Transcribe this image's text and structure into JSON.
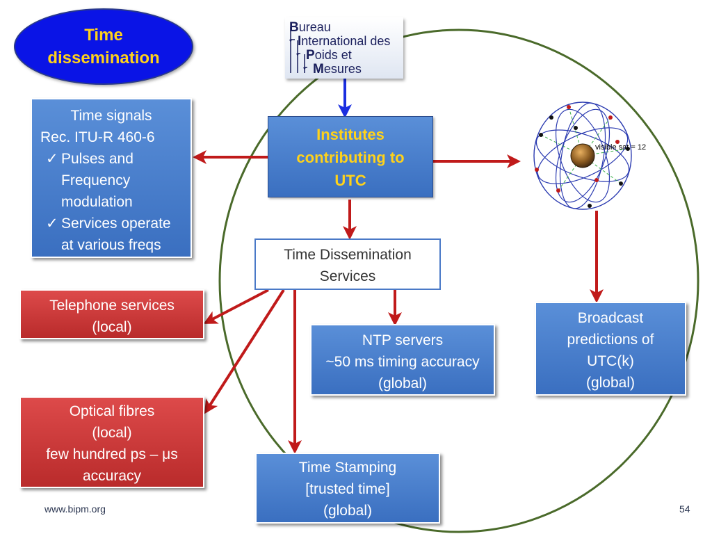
{
  "title": {
    "line1": "Time",
    "line2": "dissemination"
  },
  "logo": {
    "lines": [
      {
        "cap": "B",
        "rest": "ureau"
      },
      {
        "cap": "I",
        "rest": "nternational des"
      },
      {
        "cap": "P",
        "rest": "oids et"
      },
      {
        "cap": "M",
        "rest": "esures"
      }
    ]
  },
  "time_signals": {
    "line1": "Time signals",
    "line2": "Rec. ITU-R 460-6",
    "bullets": [
      {
        "l1": "Pulses and",
        "l2": "Frequency",
        "l3": "modulation"
      },
      {
        "l1": "Services operate",
        "l2": "at various freqs"
      }
    ]
  },
  "institutes": {
    "line1": "Institutes",
    "line2": "contributing to",
    "line3": "UTC"
  },
  "gps_label": "visible sat = 12",
  "dissemination_services": {
    "line1": "Time Dissemination",
    "line2": "Services"
  },
  "telephone": {
    "line1": "Telephone services",
    "line2": "(local)"
  },
  "optical": {
    "line1": "Optical fibres",
    "line2": "(local)",
    "line3": "few hundred ps – μs",
    "line4": "accuracy"
  },
  "ntp": {
    "line1": "NTP servers",
    "line2": "~50 ms timing accuracy",
    "line3": "(global)"
  },
  "broadcast": {
    "line1": "Broadcast",
    "line2": "predictions of",
    "line3": "UTC(k)",
    "line4": "(global)"
  },
  "stamping": {
    "line1": "Time Stamping",
    "line2": "[trusted time]",
    "line3": "(global)"
  },
  "footer": {
    "url": "www.bipm.org",
    "page": "54"
  },
  "colors": {
    "title_oval": "#0a14e6",
    "title_text": "#ffd21a",
    "blue_box": "#4a80cf",
    "red_box": "#c93838",
    "arrow_red": "#c01a1a",
    "arrow_blue": "#1a2ee0",
    "big_circle": "#4a6a2a"
  }
}
